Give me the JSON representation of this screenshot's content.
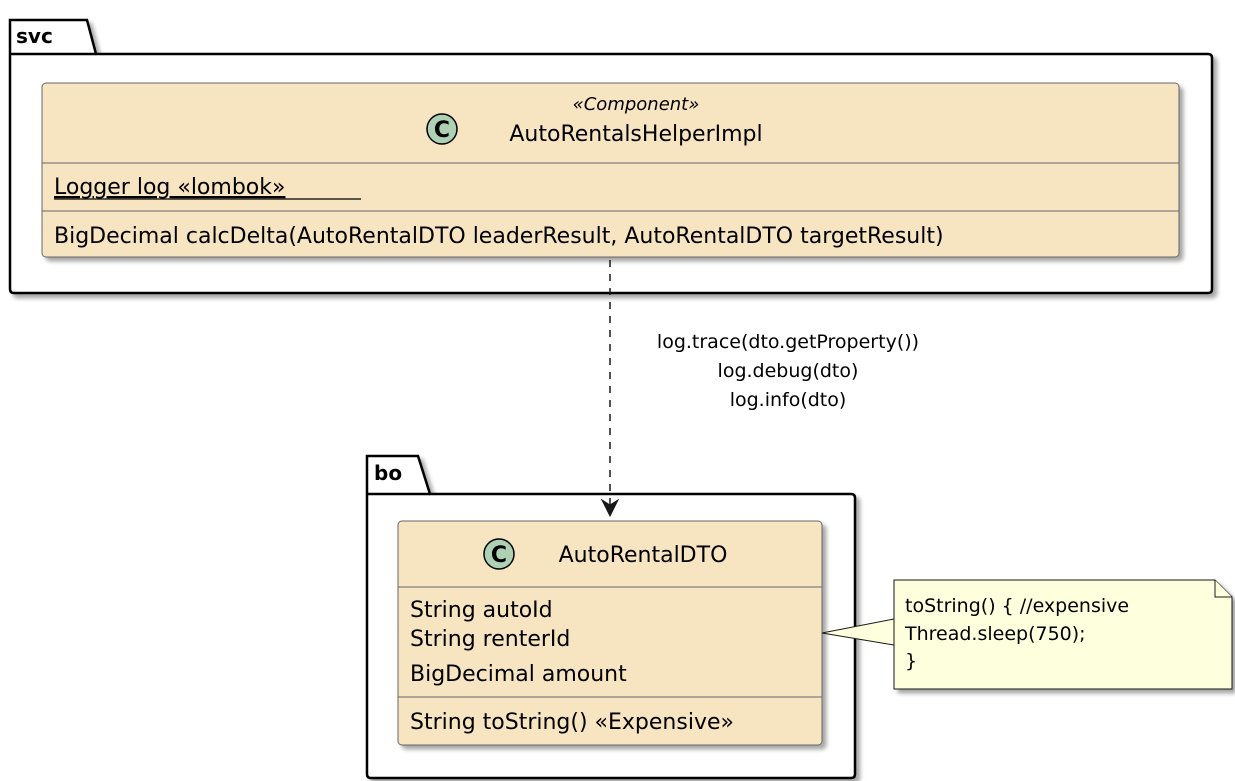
{
  "colors": {
    "class_fill": "#F7E4C1",
    "note_fill": "#FEFFDD",
    "class_icon_fill": "#ADD1B2",
    "line": "#181818"
  },
  "packages": {
    "svc": {
      "label": "svc"
    },
    "bo": {
      "label": "bo"
    }
  },
  "classes": {
    "helper": {
      "icon": "C",
      "stereotype": "«Component»",
      "name": "AutoRentalsHelperImpl",
      "fields": [
        "Logger log «lombok»"
      ],
      "methods": [
        "BigDecimal calcDelta(AutoRentalDTO leaderResult, AutoRentalDTO targetResult)"
      ]
    },
    "dto": {
      "icon": "C",
      "name": "AutoRentalDTO",
      "fields": [
        "String autoId",
        "String renterId",
        "BigDecimal amount"
      ],
      "methods": [
        "String toString() «Expensive»"
      ]
    }
  },
  "edge": {
    "labels": [
      "log.trace(dto.getProperty())",
      "log.debug(dto)",
      "log.info(dto)"
    ]
  },
  "note": {
    "lines": [
      "toString() { //expensive",
      "Thread.sleep(750);",
      "}"
    ]
  }
}
